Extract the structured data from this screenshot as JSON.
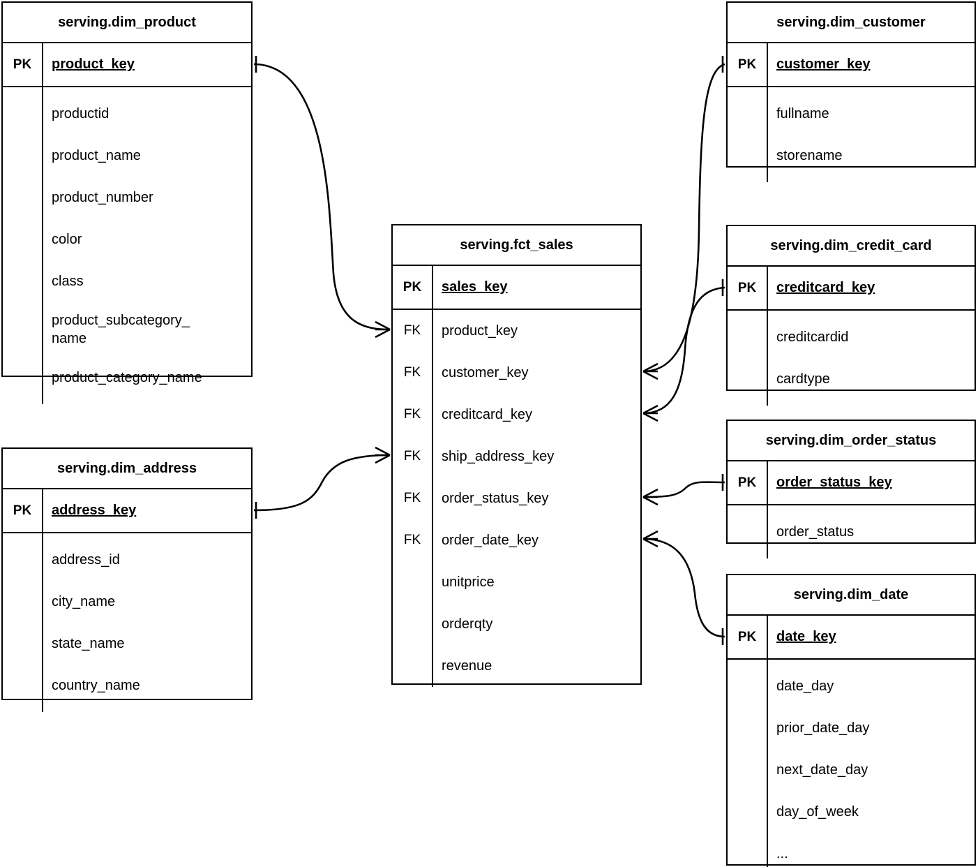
{
  "diagram": {
    "title": "Dimensional model ERD",
    "notation": "crow's foot",
    "background": "#ffffff",
    "line_color": "#000000"
  },
  "entities": {
    "dim_product": {
      "name": "serving.dim_product",
      "pk_label": "PK",
      "pk_attr": "product_key",
      "attributes": [
        "productid",
        "product_name",
        "product_number",
        "color",
        "class",
        "product_subcategory_",
        "name",
        "product_category_name"
      ]
    },
    "dim_address": {
      "name": "serving.dim_address",
      "pk_label": "PK",
      "pk_attr": "address_key",
      "attributes": [
        "address_id",
        "city_name",
        "state_name",
        "country_name"
      ]
    },
    "fct_sales": {
      "name": "serving.fct_sales",
      "pk_label": "PK",
      "pk_attr": "sales_key",
      "fk_label": "FK",
      "foreign_keys": [
        "product_key",
        "customer_key",
        "creditcard_key",
        "ship_address_key",
        "order_status_key",
        "order_date_key"
      ],
      "measures": [
        "unitprice",
        "orderqty",
        "revenue"
      ]
    },
    "dim_customer": {
      "name": "serving.dim_customer",
      "pk_label": "PK",
      "pk_attr": "customer_key",
      "attributes": [
        "fullname",
        "storename"
      ]
    },
    "dim_credit_card": {
      "name": "serving.dim_credit_card",
      "pk_label": "PK",
      "pk_attr": "creditcard_key",
      "attributes": [
        "creditcardid",
        "cardtype"
      ]
    },
    "dim_order_status": {
      "name": "serving.dim_order_status",
      "pk_label": "PK",
      "pk_attr": "order_status_key",
      "attributes": [
        "order_status"
      ]
    },
    "dim_date": {
      "name": "serving.dim_date",
      "pk_label": "PK",
      "pk_attr": "date_key",
      "attributes": [
        "date_day",
        "prior_date_day",
        "next_date_day",
        "day_of_week",
        "..."
      ]
    }
  },
  "relationships": [
    {
      "id": "product-sales",
      "from": "serving.dim_product.product_key",
      "to": "serving.fct_sales.product_key",
      "from_cardinality": "one",
      "to_cardinality": "many"
    },
    {
      "id": "address-sales",
      "from": "serving.dim_address.address_key",
      "to": "serving.fct_sales.ship_address_key",
      "from_cardinality": "one",
      "to_cardinality": "many"
    },
    {
      "id": "customer-sales",
      "from": "serving.dim_customer.customer_key",
      "to": "serving.fct_sales.customer_key",
      "from_cardinality": "one",
      "to_cardinality": "many"
    },
    {
      "id": "creditcard-sales",
      "from": "serving.dim_credit_card.creditcard_key",
      "to": "serving.fct_sales.creditcard_key",
      "from_cardinality": "one",
      "to_cardinality": "many"
    },
    {
      "id": "orderstatus-sales",
      "from": "serving.dim_order_status.order_status_key",
      "to": "serving.fct_sales.order_status_key",
      "from_cardinality": "one",
      "to_cardinality": "many"
    },
    {
      "id": "date-sales",
      "from": "serving.dim_date.date_key",
      "to": "serving.fct_sales.order_date_key",
      "from_cardinality": "one",
      "to_cardinality": "many"
    }
  ]
}
